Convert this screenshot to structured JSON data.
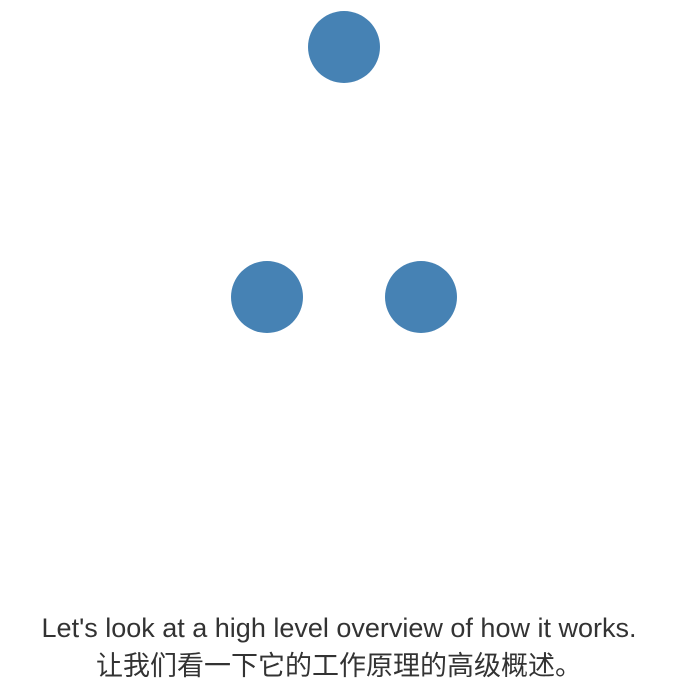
{
  "diagram": {
    "nodes": [
      {
        "id": "top",
        "color": "#4682b4"
      },
      {
        "id": "left",
        "color": "#4682b4"
      },
      {
        "id": "right",
        "color": "#4682b4"
      }
    ]
  },
  "caption": {
    "english": "Let's look at a high level overview of how it works.",
    "chinese": "让我们看一下它的工作原理的高级概述。"
  }
}
